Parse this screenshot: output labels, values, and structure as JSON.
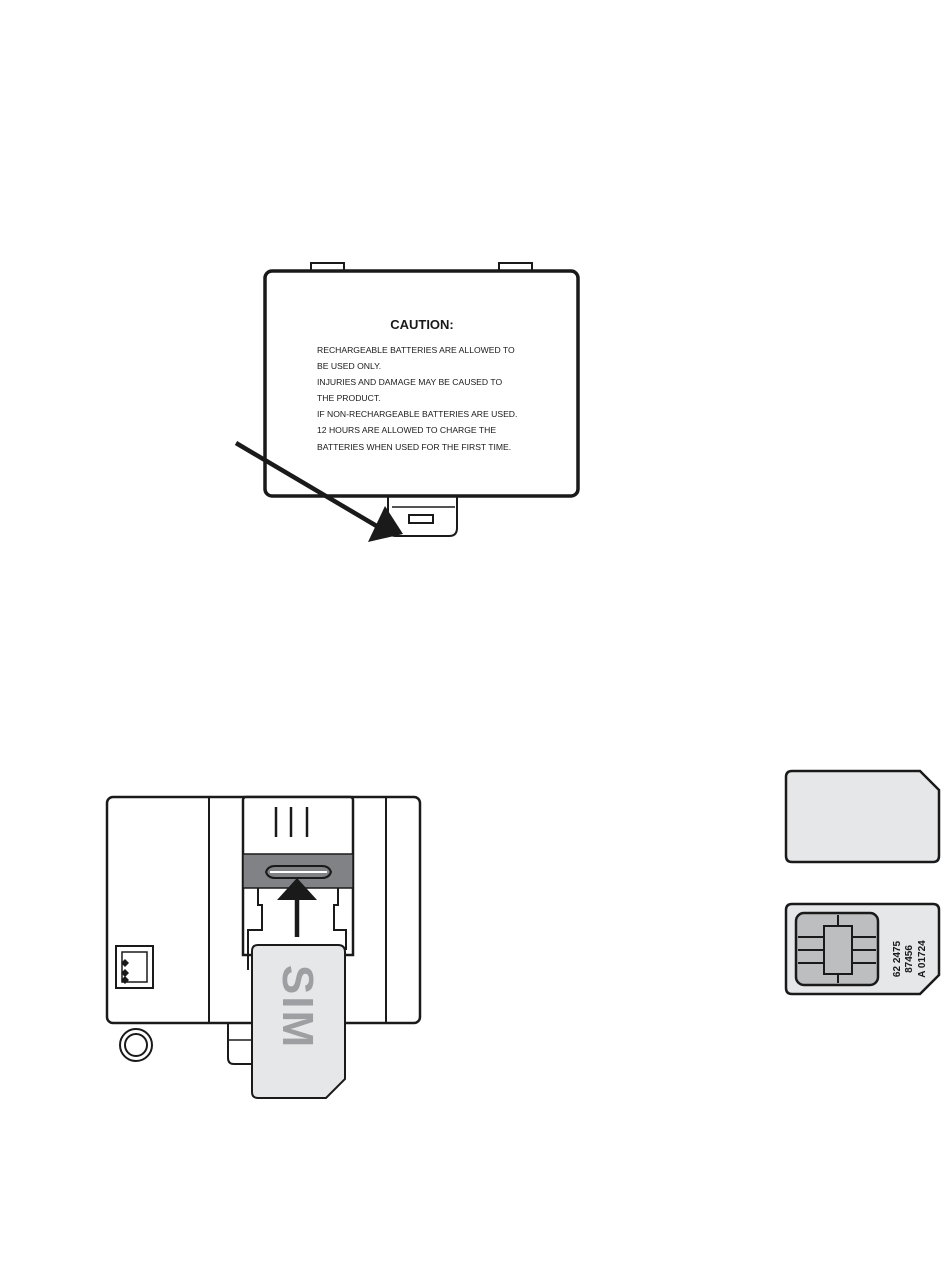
{
  "battery_cover": {
    "caution_title": "CAUTION:",
    "caution_lines": [
      "RECHARGEABLE BATTERIES ARE ALLOWED TO",
      "BE USED ONLY.",
      "INJURIES AND DAMAGE MAY BE CAUSED TO",
      "THE PRODUCT.",
      "IF NON-RECHARGEABLE BATTERIES ARE USED.",
      "12 HOURS ARE ALLOWED TO CHARGE THE",
      "BATTERIES WHEN USED FOR THE FIRST TIME."
    ]
  },
  "sim_insert": {
    "card_label": "SIM"
  },
  "sim_back": {
    "numbers": [
      "62 2475",
      "87456",
      "A  01724"
    ]
  },
  "colors": {
    "line": "#1a1a1a",
    "card_fill": "#e6e7e8",
    "slot_band": "#808285",
    "sim_text": "#9d9fa2",
    "chip_fill": "#bcbec0"
  }
}
